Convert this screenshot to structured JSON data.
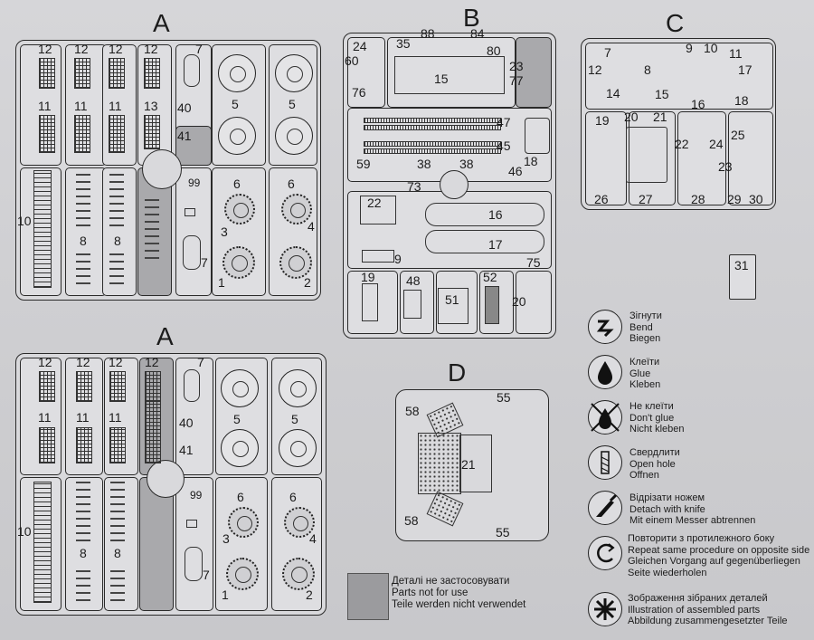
{
  "sprues": {
    "a_top": {
      "letter": "A",
      "n12a": "12",
      "n12b": "12",
      "n12c": "12",
      "n12d": "12",
      "n7a": "7",
      "n11a": "11",
      "n11b": "11",
      "n11c": "11",
      "n13": "13",
      "n40": "40",
      "n41": "41",
      "n5a": "5",
      "n5b": "5",
      "n10": "10",
      "n8a": "8",
      "n8b": "8",
      "n99": "99",
      "n6a": "6",
      "n6b": "6",
      "n3": "3",
      "n4": "4",
      "n7b": "7",
      "n1": "1",
      "n2": "2"
    },
    "a_bottom": {
      "letter": "A",
      "n12a": "12",
      "n12b": "12",
      "n12c": "12",
      "n12d": "12",
      "n7a": "7",
      "n11a": "11",
      "n11b": "11",
      "n11c": "11",
      "n40": "40",
      "n41": "41",
      "n5a": "5",
      "n5b": "5",
      "n10": "10",
      "n8a": "8",
      "n8b": "8",
      "n99": "99",
      "n6a": "6",
      "n6b": "6",
      "n3": "3",
      "n4": "4",
      "n7b": "7",
      "n1": "1",
      "n2": "2"
    },
    "b": {
      "letter": "B",
      "n88": "88",
      "n84": "84",
      "n24": "24",
      "n35": "35",
      "n80": "80",
      "n60": "60",
      "n23": "23",
      "n15": "15",
      "n77": "77",
      "n76": "76",
      "n47": "47",
      "n45": "45",
      "n59": "59",
      "n38a": "38",
      "n38b": "38",
      "n18": "18",
      "n46": "46",
      "n73": "73",
      "n22": "22",
      "n16": "16",
      "n17": "17",
      "n9": "9",
      "n75": "75",
      "n19": "19",
      "n48": "48",
      "n52": "52",
      "n51": "51",
      "n20": "20"
    },
    "c": {
      "letter": "C",
      "n7": "7",
      "n9": "9",
      "n10": "10",
      "n11": "11",
      "n12": "12",
      "n8": "8",
      "n17": "17",
      "n14": "14",
      "n15": "15",
      "n16": "16",
      "n18": "18",
      "n19": "19",
      "n20": "20",
      "n21": "21",
      "n22": "22",
      "n24": "24",
      "n25": "25",
      "n23": "23",
      "n26": "26",
      "n27": "27",
      "n28": "28",
      "n29": "29",
      "n30": "30"
    },
    "d": {
      "letter": "D",
      "n58a": "58",
      "n55a": "55",
      "n21": "21",
      "n58b": "58",
      "n55b": "55"
    },
    "single": {
      "n31": "31"
    }
  },
  "legend": {
    "bend": [
      "Зігнути",
      "Bend",
      "Biegen"
    ],
    "glue": [
      "Клеїти",
      "Glue",
      "Kleben"
    ],
    "no_glue": [
      "Не клеїти",
      "Don't glue",
      "Nicht kleben"
    ],
    "open_hole": [
      "Свердлити",
      "Open hole",
      "Offnen"
    ],
    "detach": [
      "Відрізати ножем",
      "Detach with knife",
      "Mit einem Messer abtrennen"
    ],
    "repeat": [
      "Повторити з протилежного боку",
      "Repeat same procedure on opposite side",
      "Gleichen Vorgang auf gegenüberliegen",
      "Seite wiederholen"
    ],
    "illustration": [
      "Зображення зібраних деталей",
      "Illustration of assembled parts",
      "Abbildung zusammengesetzter Teile"
    ],
    "not_used": [
      "Деталі не застосовувати",
      "Parts not for use",
      "Teile werden nicht verwendet"
    ]
  }
}
